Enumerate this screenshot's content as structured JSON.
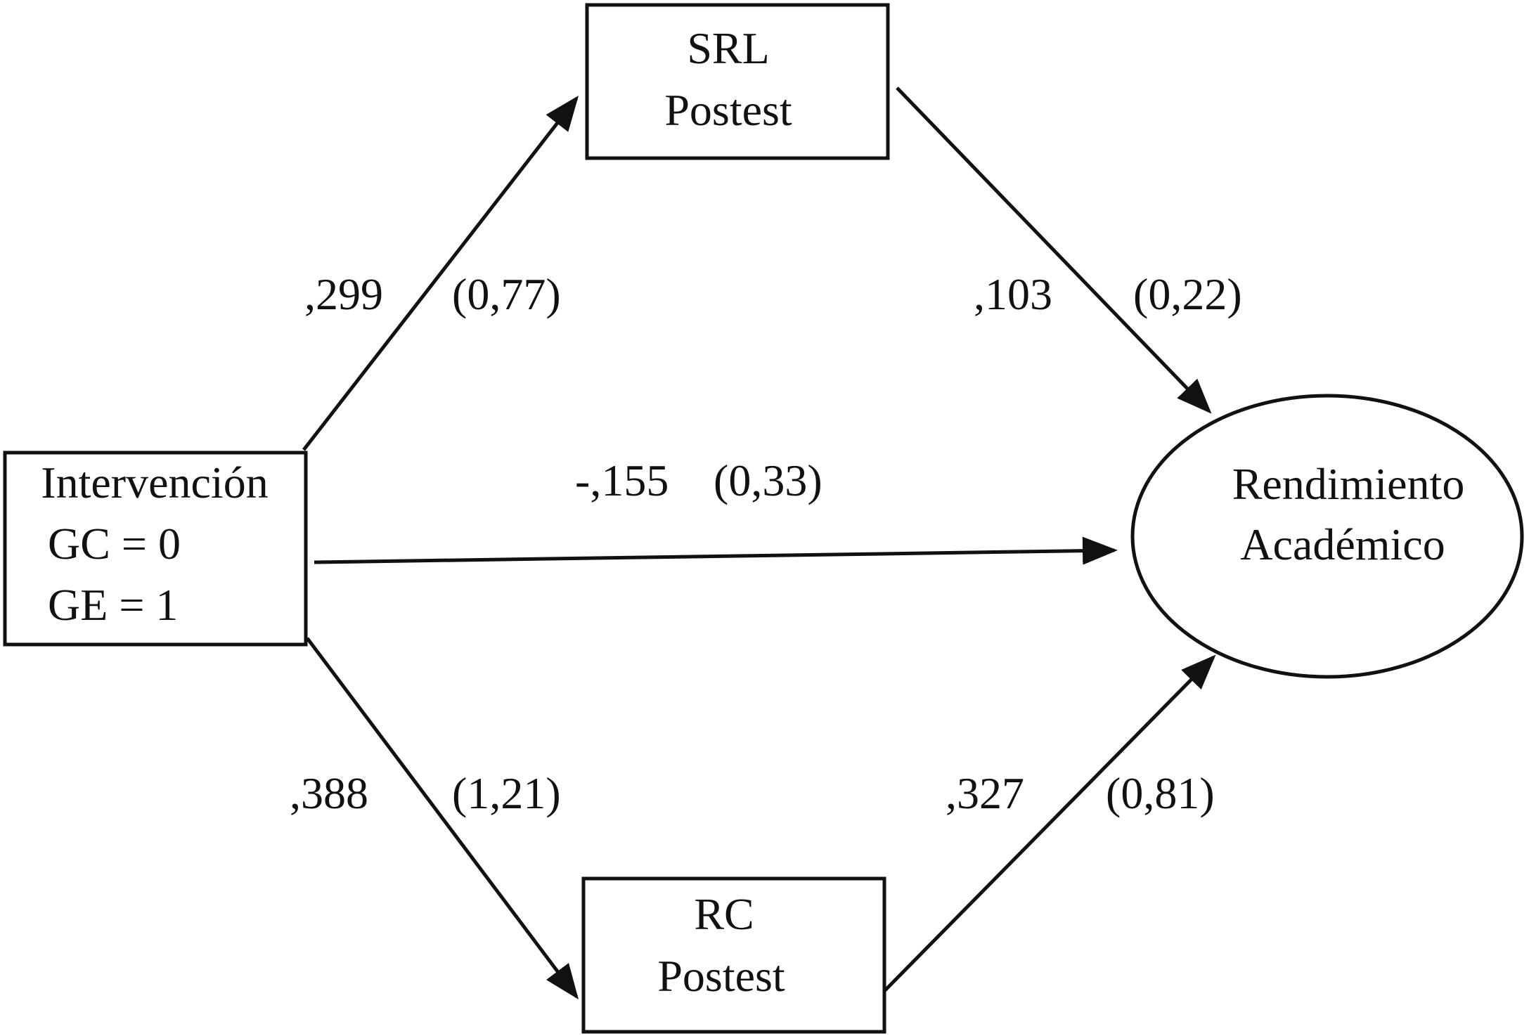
{
  "nodes": {
    "intervention": {
      "lines": [
        "Intervención",
        "GC = 0",
        "GE = 1"
      ]
    },
    "srl": {
      "lines": [
        "SRL",
        "Postest"
      ]
    },
    "rc": {
      "lines": [
        "RC",
        "Postest"
      ]
    },
    "outcome": {
      "lines": [
        "Rendimiento",
        "Académico"
      ]
    }
  },
  "paths": {
    "intervention_to_srl": {
      "coef": ",299",
      "ci": "(0,77)"
    },
    "srl_to_outcome": {
      "coef": ",103",
      "ci": "(0,22)"
    },
    "intervention_to_outcome": {
      "coef": "-,155",
      "ci": "(0,33)"
    },
    "intervention_to_rc": {
      "coef": ",388",
      "ci": "(1,21)"
    },
    "rc_to_outcome": {
      "coef": ",327",
      "ci": "(0,81)"
    }
  },
  "colors": {
    "stroke": "#111111",
    "background": "#ffffff"
  }
}
